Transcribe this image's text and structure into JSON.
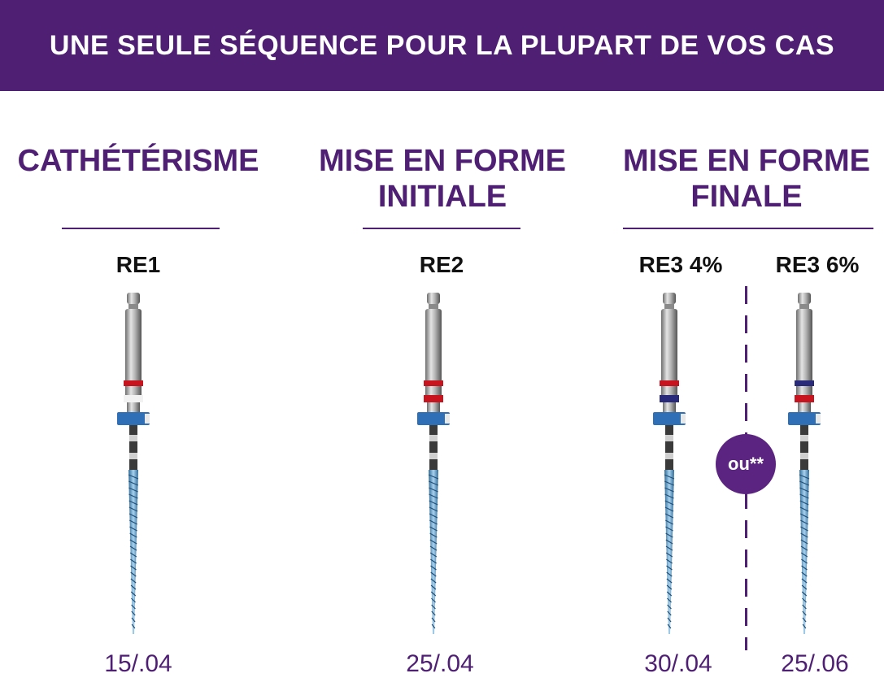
{
  "banner": {
    "title": "UNE SEULE SÉQUENCE POUR LA PLUPART DE VOS CAS"
  },
  "columns": [
    {
      "heading": [
        "CATHÉTÉRISME"
      ],
      "files": [
        {
          "label": "RE1",
          "size": "15/.04"
        }
      ]
    },
    {
      "heading": [
        "MISE EN FORME",
        "INITIALE"
      ],
      "files": [
        {
          "label": "RE2",
          "size": "25/.04"
        }
      ]
    },
    {
      "heading": [
        "MISE EN FORME",
        "FINALE"
      ],
      "files": [
        {
          "label": "RE3 4%",
          "size": "30/.04"
        },
        {
          "label": "RE3 6%",
          "size": "25/.06"
        }
      ]
    }
  ],
  "separator": {
    "label": "ou**"
  },
  "colors": {
    "brand_purple": "#4f1f74",
    "ring_red": "#c8141e",
    "ring_white": "#f2f2f2",
    "ring_navy": "#2a2a7a",
    "stopper_blue": "#2f6fb5",
    "blade_blue": "#5c9fd0"
  },
  "icons": [
    "endodontic-file-icon"
  ]
}
